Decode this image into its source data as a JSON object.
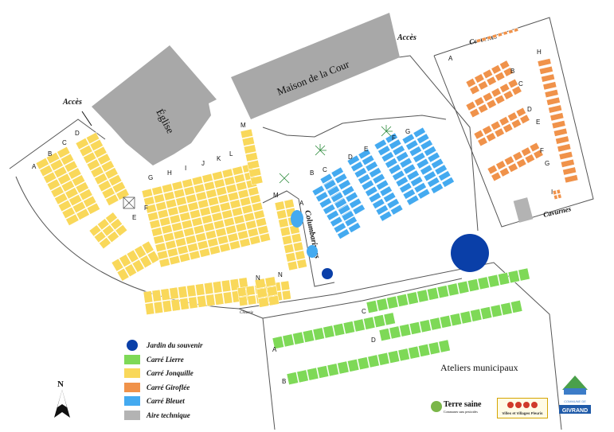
{
  "labels": {
    "acces_left": "Accès",
    "acces_top": "Accès",
    "eglise": "Église",
    "maison": "Maison de la Cour",
    "columbariums": "Columbariums",
    "cavurnes_top": "Cavurnes",
    "cavurnes_bottom": "Cavurnes",
    "ateliers": "Ateliers municipaux",
    "closerie": "Closerie"
  },
  "section_letters": {
    "jonquille": [
      "A",
      "B",
      "C",
      "D",
      "E",
      "F",
      "G",
      "H",
      "I",
      "J",
      "K",
      "L",
      "M",
      "M",
      "N",
      "N"
    ],
    "bleuet": [
      "A",
      "B",
      "C",
      "D",
      "E",
      "F",
      "G"
    ],
    "giroflee": [
      "A",
      "B",
      "C",
      "D",
      "E",
      "F",
      "G",
      "H",
      "I"
    ],
    "lierre": [
      "A",
      "B",
      "C",
      "D"
    ]
  },
  "legend": [
    {
      "label": "Jardin du souvenir",
      "color": "#0a3fa8",
      "shape": "circle"
    },
    {
      "label": "Carré Lierre",
      "color": "#7ed957",
      "shape": "rect"
    },
    {
      "label": "Carré Jonquille",
      "color": "#f9d85a",
      "shape": "rect"
    },
    {
      "label": "Carré Giroflée",
      "color": "#f0924a",
      "shape": "rect"
    },
    {
      "label": "Carré Bleuet",
      "color": "#44aaf0",
      "shape": "rect"
    },
    {
      "label": "Aire technique",
      "color": "#b3b3b3",
      "shape": "rect"
    }
  ],
  "logos": {
    "terre_saine": "Terre saine",
    "terre_saine_sub": "Communes sans pesticides",
    "villes_villages": "Villes et Villages Fleuris",
    "commune": "COMMUNE DE",
    "givrand": "GIVRAND"
  },
  "compass": "N",
  "colors": {
    "jonquille": "#f9d85a",
    "bleuet": "#44aaf0",
    "giroflee": "#f0924a",
    "lierre": "#7ed957",
    "building": "#a8a8a8",
    "jardin": "#0a3fa8"
  }
}
